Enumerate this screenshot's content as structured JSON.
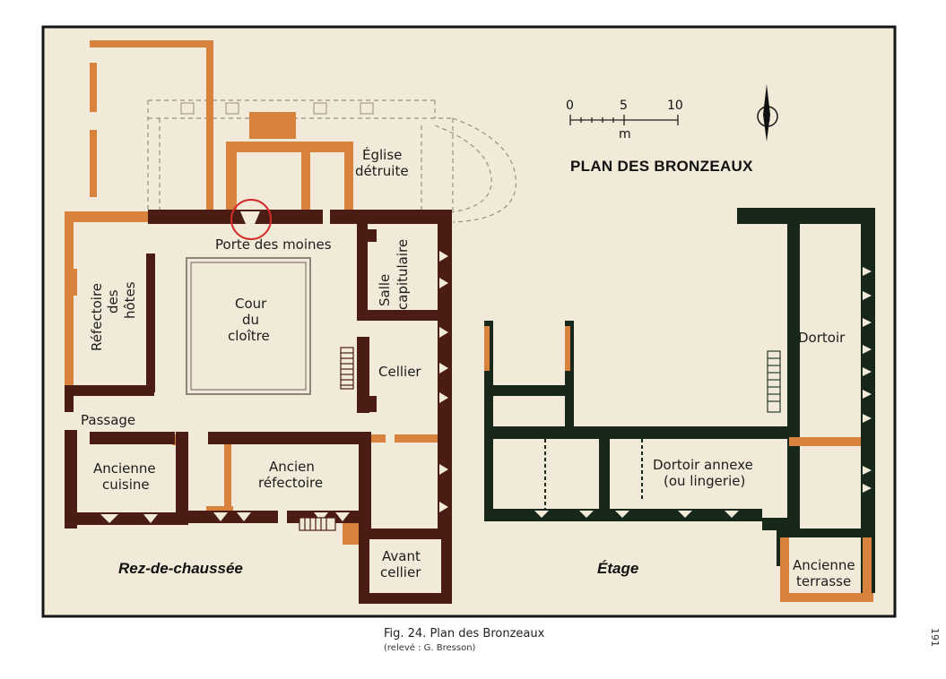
{
  "plan": {
    "title": "PLAN DES BRONZEAUX",
    "scale_ticks": [
      "0",
      "5",
      "10"
    ],
    "scale_unit": "m",
    "colors": {
      "background": "#f1ead8",
      "ground_walls": "#4a1c14",
      "upper_walls": "#17281a",
      "destroyed_walls": "#d9823e",
      "frame": "#151515",
      "highlight": "#d42a2a"
    },
    "rooms": {
      "eglise": [
        "Église",
        "détruite"
      ],
      "porte": "Porte des moines",
      "salle": [
        "Salle",
        "capitulaire"
      ],
      "refectoire_hotes": [
        "Réfectoire",
        "des",
        "hôtes"
      ],
      "cour": [
        "Cour",
        "du",
        "cloître"
      ],
      "cellier": "Cellier",
      "passage": "Passage",
      "cuisine": [
        "Ancienne",
        "cuisine"
      ],
      "ancien_refectoire": [
        "Ancien",
        "réfectoire"
      ],
      "avant_cellier": [
        "Avant",
        "cellier"
      ],
      "dortoir": "Dortoir",
      "dortoir_annexe": [
        "Dortoir annexe",
        "(ou lingerie)"
      ],
      "terrasse": [
        "Ancienne",
        "terrasse"
      ]
    },
    "levels": {
      "ground": "Rez-de-chaussée",
      "upper": "Étage"
    }
  },
  "caption": {
    "line1": "Fig. 24. Plan des Bronzeaux",
    "line2": "(relevé : G. Bresson)"
  },
  "page_number": "191"
}
